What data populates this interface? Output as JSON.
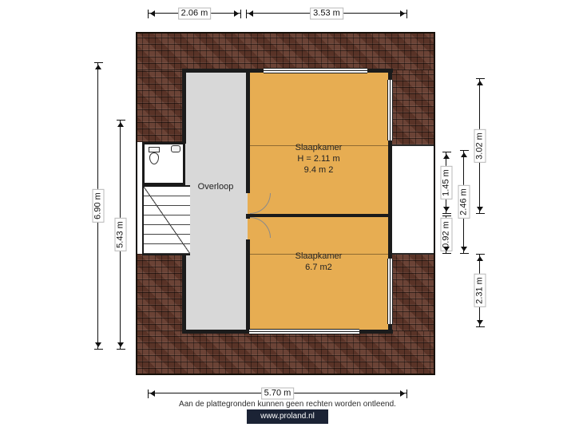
{
  "rooms": {
    "bedroom_top": {
      "name": "Slaapkamer",
      "ceiling_height": "H = 2.11 m",
      "area": "9.4 m 2"
    },
    "bedroom_bottom": {
      "name": "Slaapkamer",
      "area": "6.7 m2"
    },
    "landing": {
      "name": "Overloop"
    }
  },
  "dimensions": {
    "top_left": "2.06 m",
    "top_right": "3.53 m",
    "left_outer": "6.90 m",
    "left_inner": "5.43 m",
    "right_top_outer": "3.02 m",
    "right_top_inner": "1.45 m",
    "right_middle": "2.46 m",
    "right_bottom_inner": "0.92 m",
    "right_bottom_outer": "2.31 m",
    "bottom": "5.70 m"
  },
  "footer": {
    "disclaimer": "Aan de plattegronden kunnen geen rechten worden ontleend.",
    "website": "www.proland.nl"
  },
  "colors": {
    "room_fill": "#e7ad52",
    "landing_fill": "#d8d8d8",
    "roof_base": "#63392b",
    "wall": "#1b1b1b",
    "website_box": "#1b2335"
  }
}
